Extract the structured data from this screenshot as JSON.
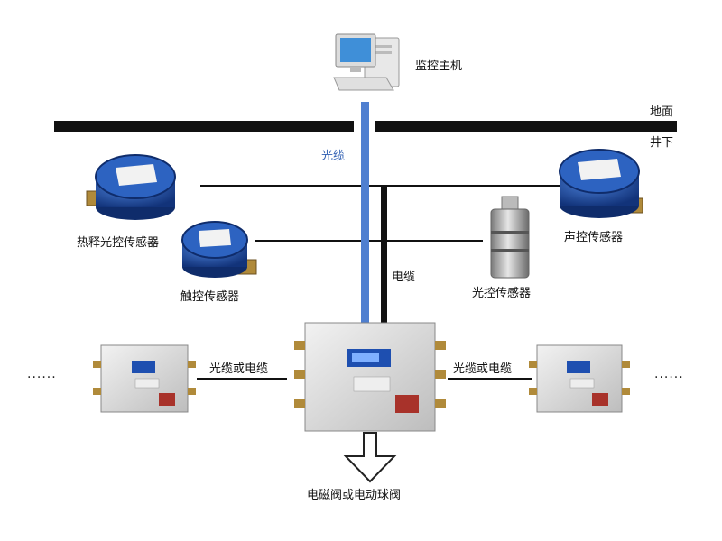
{
  "labels": {
    "host": "监控主机",
    "ground": "地面",
    "underground": "井下",
    "fiber": "光缆",
    "cable": "电缆",
    "pir_sensor": "热释光控传感器",
    "touch_sensor": "触控传感器",
    "light_sensor": "光控传感器",
    "sound_sensor": "声控传感器",
    "link_left": "光缆或电缆",
    "link_right": "光缆或电缆",
    "valve": "电磁阀或电动球阀",
    "ellipsis_left": "......",
    "ellipsis_right": "......"
  },
  "colors": {
    "fiber": "#4f7fd0",
    "cable": "#111111",
    "sensor_blue": "#1c4fa8",
    "enclosure": "#d9d9d9"
  },
  "icons": {
    "host": "desktop-computer-icon",
    "pir_sensor": "blue-explosion-proof-sensor-icon",
    "touch_sensor": "blue-explosion-proof-sensor-icon",
    "sound_sensor": "blue-explosion-proof-sensor-icon",
    "light_sensor": "cylindrical-metal-sensor-icon",
    "controller": "controller-enclosure-icon",
    "valve": "down-arrow-icon"
  }
}
